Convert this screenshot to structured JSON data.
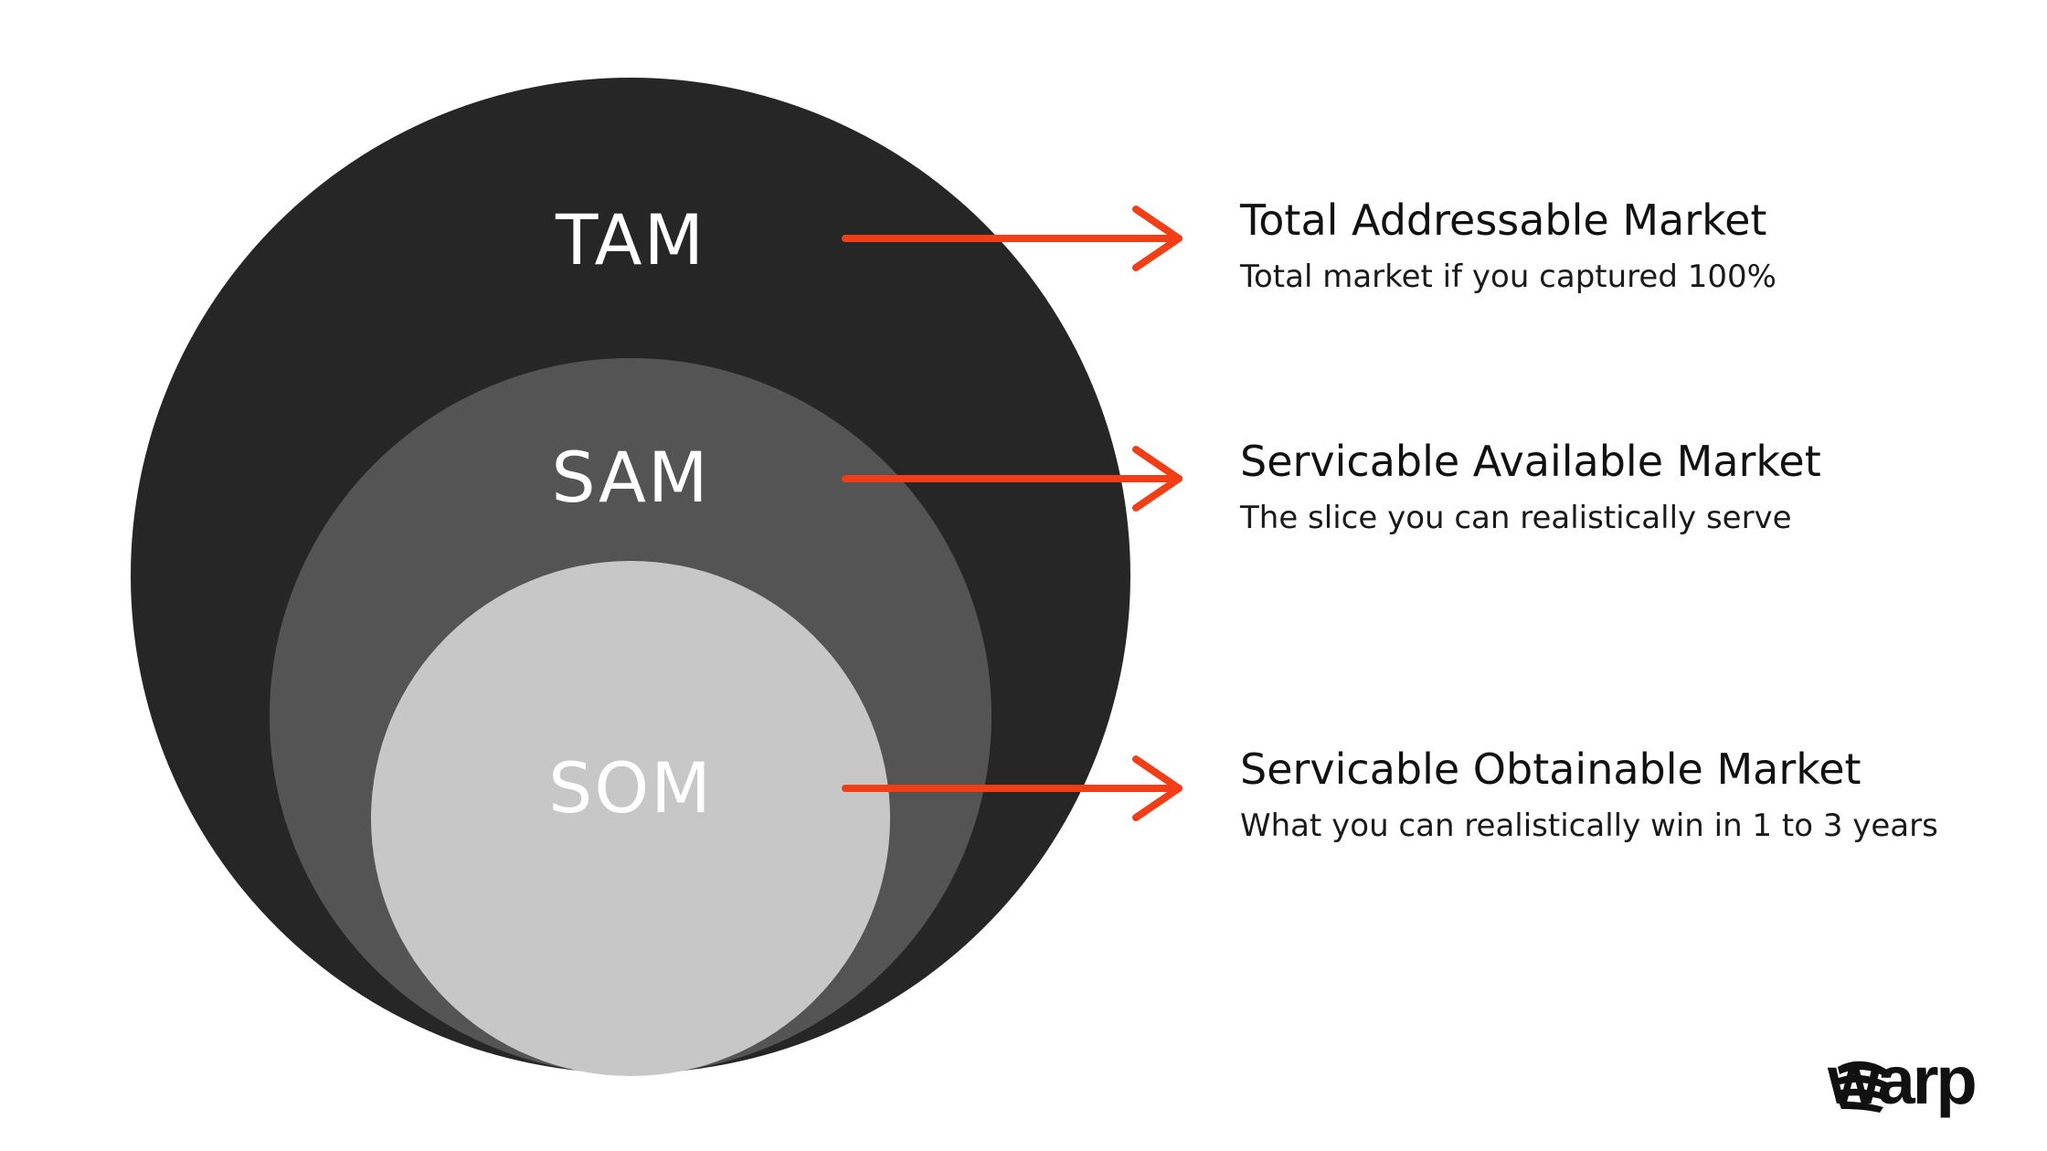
{
  "diagram": {
    "circles": [
      {
        "key": "tam",
        "label": "TAM",
        "fill": "#262626",
        "text_color": "#ffffff"
      },
      {
        "key": "sam",
        "label": "SAM",
        "fill": "#545454",
        "text_color": "#ffffff"
      },
      {
        "key": "som",
        "label": "SOM",
        "fill": "#c7c7c7",
        "text_color": "#ffffff"
      }
    ],
    "arrow_color": "#f23d17",
    "items": [
      {
        "title": "Total Addressable Market",
        "description": "Total market if you captured 100%"
      },
      {
        "title": "Servicable Available Market",
        "description": "The slice you can realistically serve"
      },
      {
        "title": "Servicable Obtainable Market",
        "description": "What you can realistically win in 1 to 3 years"
      }
    ]
  },
  "brand": {
    "logo_icon": "warp-logo-icon",
    "name": "warp",
    "color": "#111111"
  }
}
